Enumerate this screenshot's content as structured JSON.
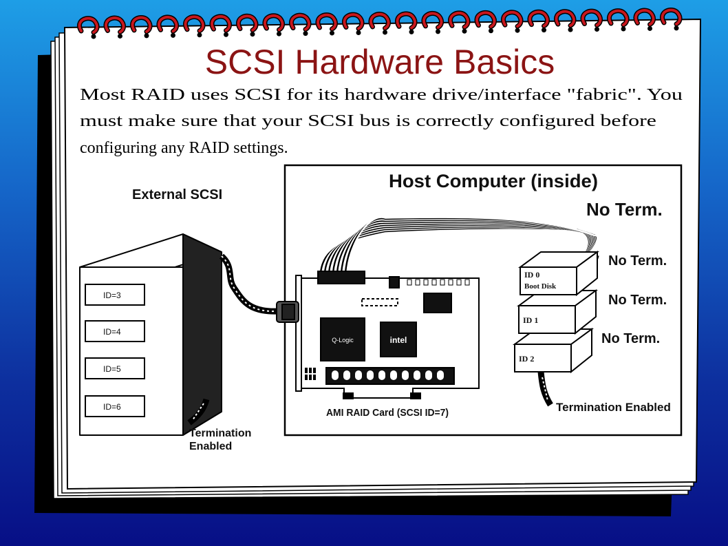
{
  "slide": {
    "title": "SCSI Hardware Basics",
    "intro_lines": [
      "Most RAID uses SCSI for its hardware drive/interface \"fabric\".  You",
      "must make sure that your SCSI bus is correctly configured before",
      "configuring any RAID settings."
    ]
  },
  "diagram": {
    "external_label": "External SCSI",
    "external_ids": [
      "ID=3",
      "ID=4",
      "ID=5",
      "ID=6"
    ],
    "external_termination": [
      "Termination",
      "Enabled"
    ],
    "host_label": "Host Computer (inside)",
    "host_no_term": "No Term.",
    "internal_drives": [
      {
        "id": "ID 0",
        "sub": "Boot Disk",
        "term": "No Term."
      },
      {
        "id": "ID 1",
        "sub": "",
        "term": "No Term."
      },
      {
        "id": "ID 2",
        "sub": "",
        "term": "No Term."
      }
    ],
    "internal_termination": "Termination Enabled",
    "card_label": "AMI RAID Card (SCSI ID=7)",
    "chip_left": "Q-Logic",
    "chip_right": "intel"
  },
  "colors": {
    "title": "#8b1414",
    "paper": "#ffffff",
    "background_top": "#1e9ee6",
    "background_bottom": "#070f86",
    "ring": "#c8171d"
  }
}
